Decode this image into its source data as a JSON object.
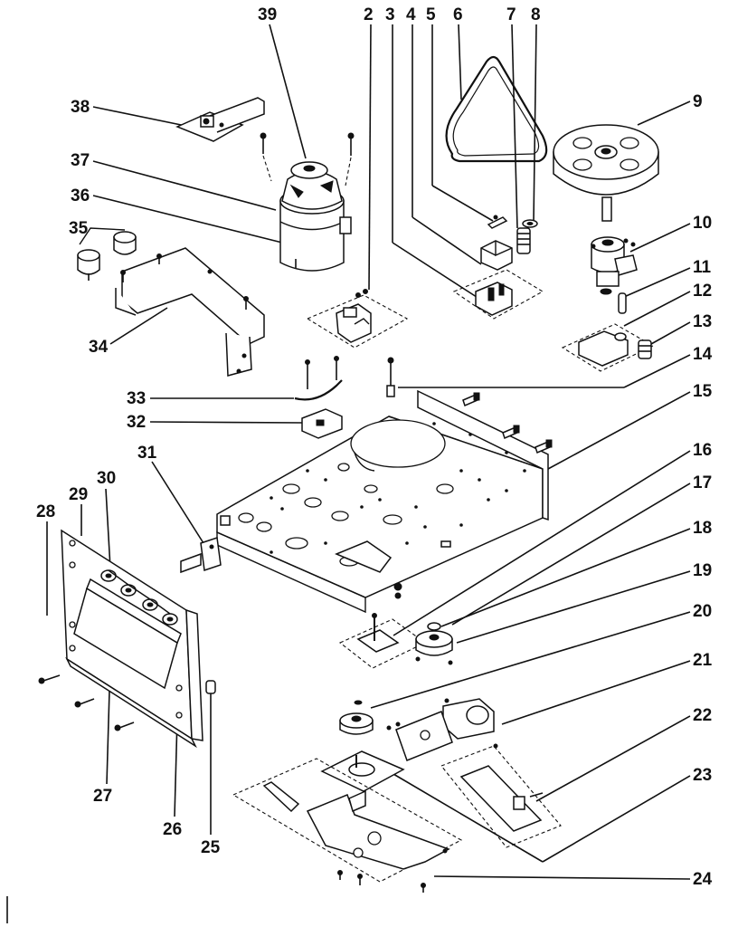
{
  "diagram": {
    "labels": [
      "39",
      "2",
      "3",
      "4",
      "5",
      "6",
      "7",
      "8",
      "9",
      "38",
      "37",
      "36",
      "35",
      "34",
      "33",
      "32",
      "31",
      "30",
      "29",
      "28",
      "27",
      "26",
      "25",
      "10",
      "11",
      "12",
      "13",
      "14",
      "15",
      "16",
      "17",
      "18",
      "19",
      "20",
      "21",
      "22",
      "23",
      "24"
    ]
  }
}
